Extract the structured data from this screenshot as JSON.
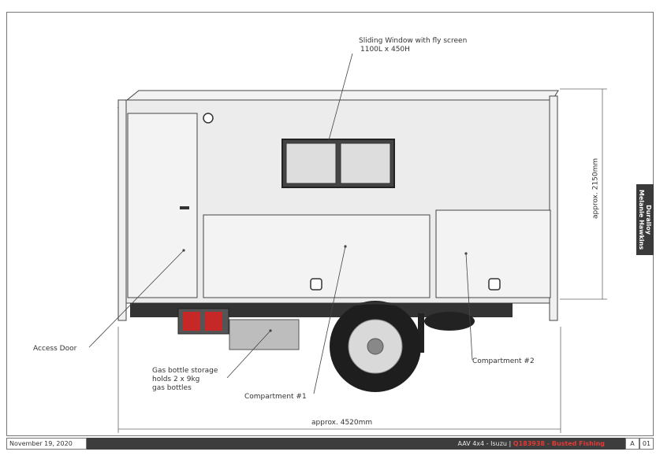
{
  "annotations": {
    "window_line1": "Sliding Window with fly screen",
    "window_line2": "1100L x 450H",
    "access_door": "Access Door",
    "gas_line1": "Gas bottle storage",
    "gas_line2": "holds 2 x 9kg",
    "gas_line3": "gas bottles",
    "compartment1": "Compartment #1",
    "compartment2": "Compartment #2",
    "height_dim": "approx. 2150mm",
    "length_dim": "approx. 4520mm"
  },
  "side_tab": {
    "line1": "Duralloy",
    "line2": "Melanie Hawkins"
  },
  "footer": {
    "date": "November 19, 2020",
    "project_prefix": "AAV 4x4 - Isuzu |",
    "project_code": "Q183938 - Busted Fishing",
    "revision": "A",
    "sheet": "01"
  },
  "colors": {
    "body": "#ececec",
    "outline": "#444444",
    "accent_red": "#e53935"
  }
}
